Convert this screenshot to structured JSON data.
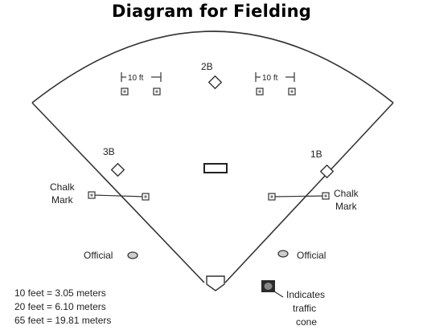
{
  "title": "Diagram for Fielding",
  "bases": {
    "first": "1B",
    "second": "2B",
    "third": "3B"
  },
  "distance_label": "10 ft",
  "chalk_mark": {
    "line1": "Chalk",
    "line2": "Mark"
  },
  "official_label": "Official",
  "traffic_cone_legend": {
    "line1": "Indicates",
    "line2": "traffic",
    "line3": "cone"
  },
  "conversions": [
    "10 feet = 3.05 meters",
    "20 feet = 6.10 meters",
    "65 feet = 19.81 meters"
  ]
}
